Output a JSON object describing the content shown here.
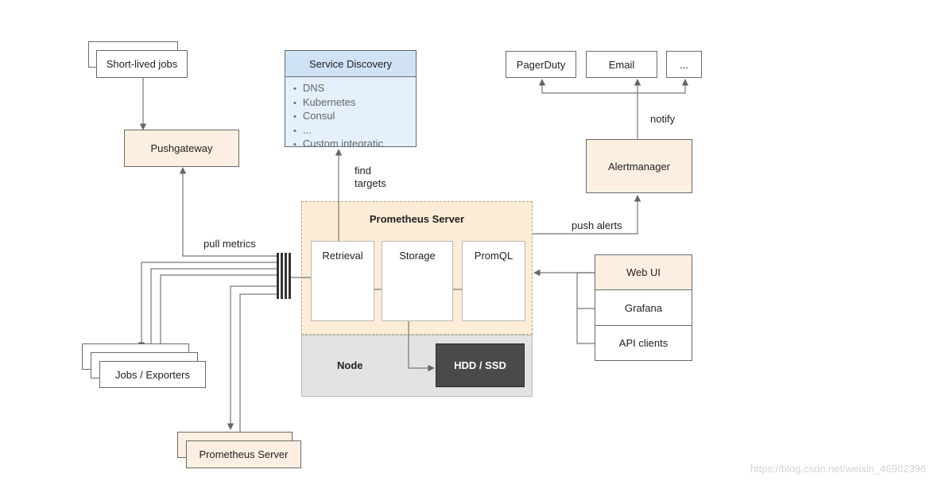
{
  "service_discovery": {
    "title": "Service Discovery",
    "items": [
      "DNS",
      "Kubernetes",
      "Consul",
      "...",
      "Custom integratic"
    ]
  },
  "nodes": {
    "short_lived_jobs": "Short-lived jobs",
    "pushgateway": "Pushgateway",
    "jobs_exporters": "Jobs / Exporters",
    "prometheus_server_fed": "Prometheus Server",
    "alertmanager": "Alertmanager",
    "pagerduty": "PagerDuty",
    "email": "Email",
    "more": "...",
    "web_ui": "Web UI",
    "grafana": "Grafana",
    "api_clients": "API clients",
    "hdd_ssd": "HDD / SSD"
  },
  "server": {
    "title": "Prometheus Server",
    "retrieval": "Retrieval",
    "storage": "Storage",
    "promql": "PromQL",
    "node": "Node"
  },
  "edge_labels": {
    "pull_metrics": "pull metrics",
    "find_targets": "find\ntargets",
    "push_alerts": "push alerts",
    "notify": "notify"
  },
  "watermark": "https://blog.csdn.net/weixin_46902396"
}
